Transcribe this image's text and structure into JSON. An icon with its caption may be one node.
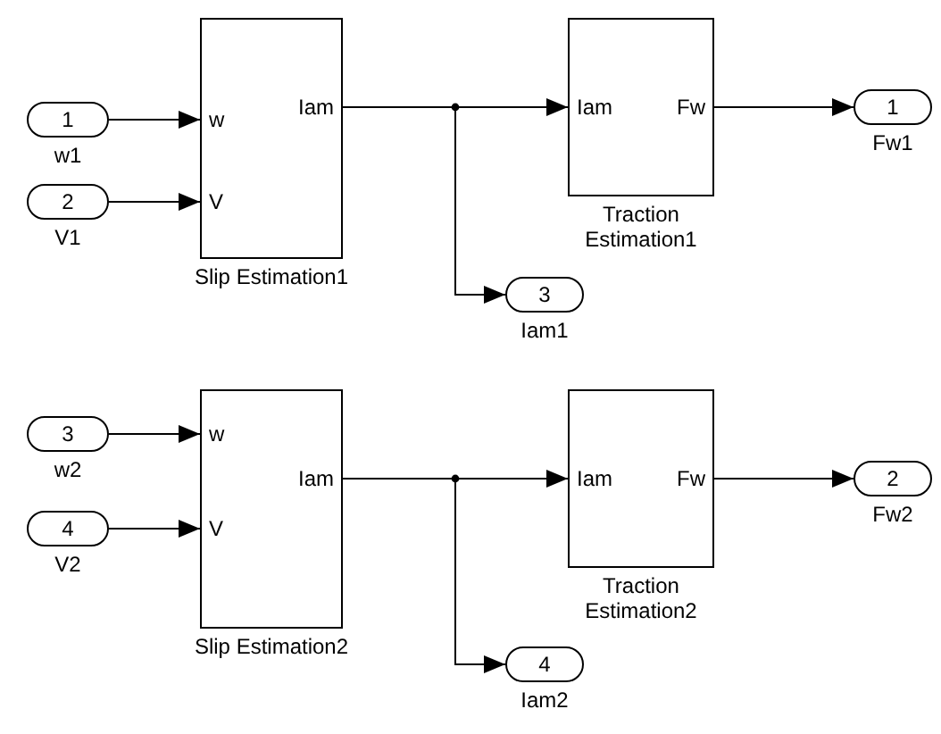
{
  "diagram": {
    "nodes": [
      {
        "text": [
          "1"
        ],
        "beside": [
          "w1"
        ]
      },
      {
        "text": [
          "2"
        ],
        "beside": [
          "V1"
        ]
      },
      {
        "text": [
          "w",
          "V",
          "Iam"
        ],
        "beside": [
          "Slip Estimation1"
        ]
      },
      {
        "text": [
          "Iam",
          "Fw"
        ],
        "beside": [
          "Traction Estimation1"
        ]
      },
      {
        "text": [
          "1"
        ],
        "beside": [
          "Fw1"
        ]
      },
      {
        "text": [
          "3"
        ],
        "beside": [
          "Iam1"
        ]
      },
      {
        "text": [
          "3"
        ],
        "beside": [
          "w2"
        ]
      },
      {
        "text": [
          "4"
        ],
        "beside": [
          "V2"
        ]
      },
      {
        "text": [
          "w",
          "V",
          "Iam"
        ],
        "beside": [
          "Slip Estimation2"
        ]
      },
      {
        "text": [
          "Iam",
          "Fw"
        ],
        "beside": [
          "Traction Estimation2"
        ]
      },
      {
        "text": [
          "2"
        ],
        "beside": [
          "Fw2"
        ]
      },
      {
        "text": [
          "4"
        ],
        "beside": [
          "Iam2"
        ]
      }
    ],
    "edges": [
      {
        "from": 0,
        "to": 2,
        "arrow": "to"
      },
      {
        "from": 1,
        "to": 2,
        "arrow": "to"
      },
      {
        "from": 2,
        "to": 3,
        "arrow": "to"
      },
      {
        "from": 2,
        "to": 5,
        "arrow": "to"
      },
      {
        "from": 3,
        "to": 4,
        "arrow": "to"
      },
      {
        "from": 6,
        "to": 8,
        "arrow": "to"
      },
      {
        "from": 7,
        "to": 8,
        "arrow": "to"
      },
      {
        "from": 8,
        "to": 9,
        "arrow": "to"
      },
      {
        "from": 8,
        "to": 11,
        "arrow": "to"
      },
      {
        "from": 9,
        "to": 10,
        "arrow": "to"
      }
    ]
  }
}
